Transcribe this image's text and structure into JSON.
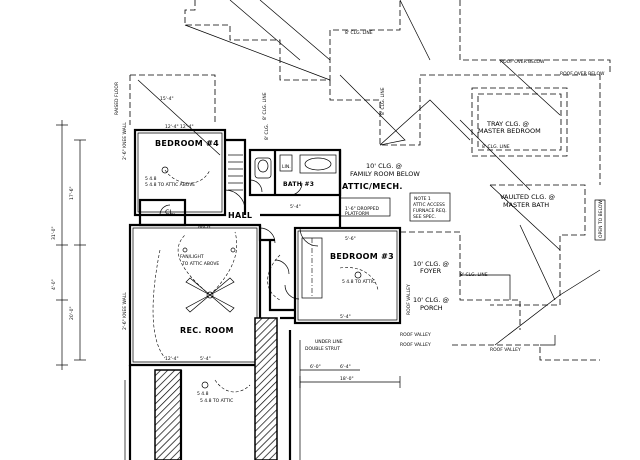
{
  "rooms": {
    "bedroom4": "BEDROOM #4",
    "bedroom3": "BEDROOM #3",
    "rec_room": "REC. ROOM",
    "hall": "HALL",
    "bath": "BATH #3",
    "attic": "ATTIC/MECH."
  },
  "notes": {
    "family_room_clg_1": "10' CLG. @",
    "family_room_clg_2": "FAMILY ROOM BELOW",
    "tray_clg_1": "TRAY CLG. @",
    "tray_clg_2": "MASTER BEDROOM",
    "vaulted_clg_1": "VAULTED CLG. @",
    "vaulted_clg_2": "MASTER BATH",
    "foyer_clg_1": "10' CLG. @",
    "foyer_clg_2": "FOYER",
    "porch_clg_1": "10' CLG. @",
    "porch_clg_2": "PORCH",
    "cl": "CL."
  }
}
